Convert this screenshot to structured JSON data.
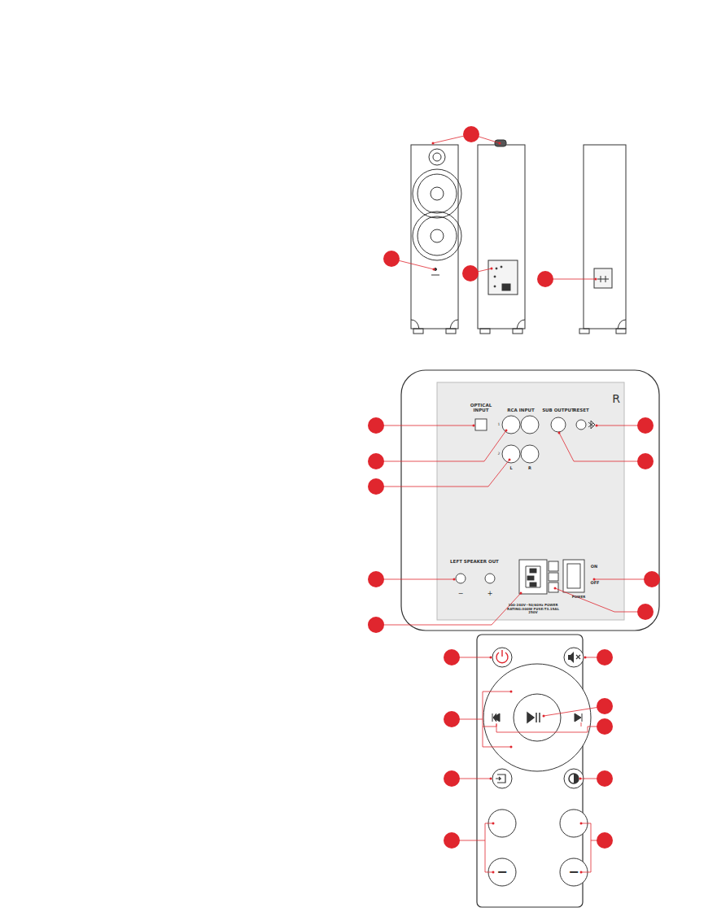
{
  "diagram": {
    "labels": [
      "OPTICAL INPUT",
      "RCA INPUT",
      "SUB OUTPUT",
      "RESET",
      "R",
      "1",
      "2",
      "L",
      "R",
      "ON",
      "OFF",
      "LEFT SPEAKER OUT",
      "−",
      "+",
      "100-240V~50/60Hz POWER RATING:300W FUSE:T3.15AL 250V",
      "POWER",
      "−",
      "−"
    ]
  }
}
